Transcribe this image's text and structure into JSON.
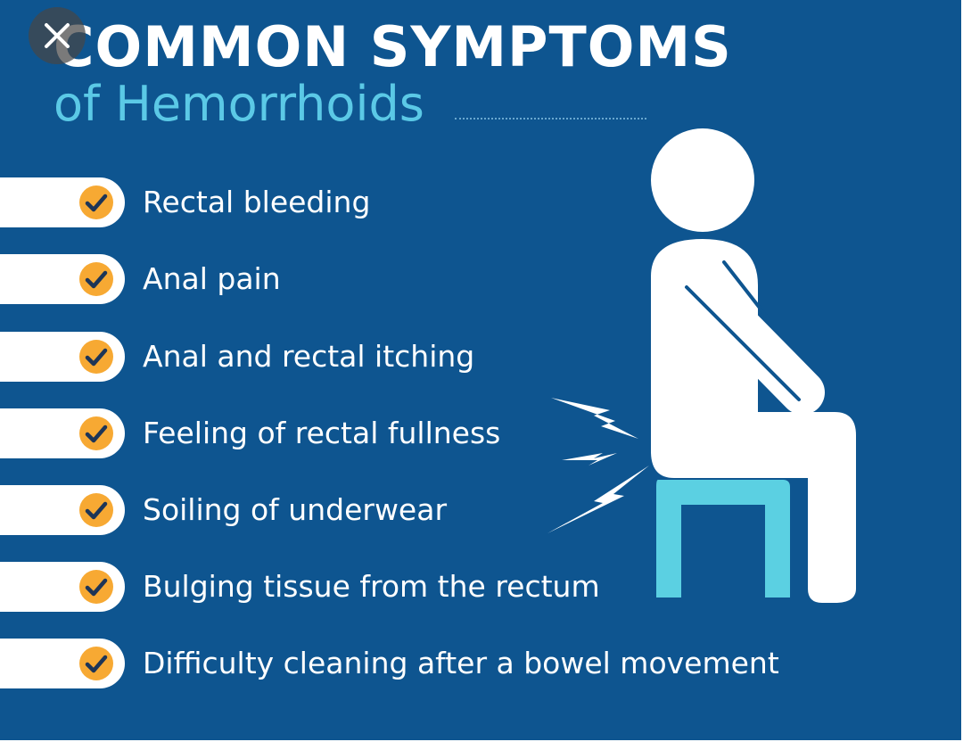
{
  "title": {
    "main": "COMMON SYMPTOMS",
    "sub": "of Hemorrhoids"
  },
  "symptoms": [
    {
      "label": "Rectal bleeding"
    },
    {
      "label": "Anal pain"
    },
    {
      "label": "Anal and rectal itching"
    },
    {
      "label": "Feeling of rectal fullness"
    },
    {
      "label": "Soiling of underwear"
    },
    {
      "label": "Bulging tissue from the rectum"
    },
    {
      "label": "Difficulty cleaning after a bowel movement"
    }
  ],
  "icons": {
    "close": "close-icon",
    "check": "check-circle-icon",
    "figure": "seated-person-icon",
    "pain": "lightning-bolt-icon"
  },
  "colors": {
    "background": "#0e5590",
    "title_main": "#ffffff",
    "title_sub": "#5bc9e6",
    "check_fill": "#f7a933",
    "chair": "#5bd0e2",
    "figure": "#ffffff"
  }
}
